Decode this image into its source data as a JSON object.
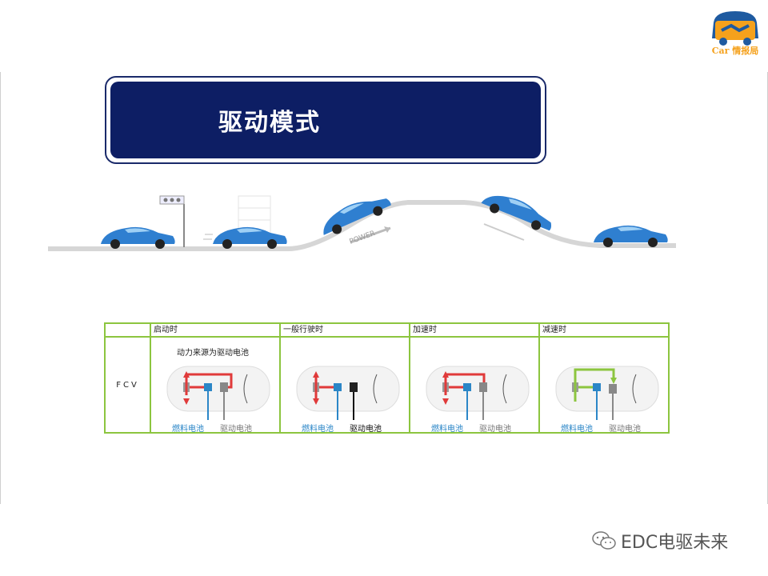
{
  "brand": {
    "logo_text": "Car 情报局"
  },
  "title": "驱动模式",
  "scene": {
    "power_label": "POWER"
  },
  "table": {
    "headers": [
      "启动时",
      "一般行驶时",
      "加速时",
      "减速时"
    ],
    "row_label": "FCV",
    "note": "动力来源为驱动电池",
    "fuel_cell_label": "燃料电池",
    "battery_label": "驱动电池"
  },
  "footer": {
    "wechat_account": "EDC电驱未来"
  },
  "colors": {
    "title_bg": "#0d1e64",
    "table_border": "#8cc53f",
    "fuel_cell_blue": "#2b86c7",
    "start_flow_red": "#e03a3a",
    "decel_flow_green": "#8cc53f"
  }
}
